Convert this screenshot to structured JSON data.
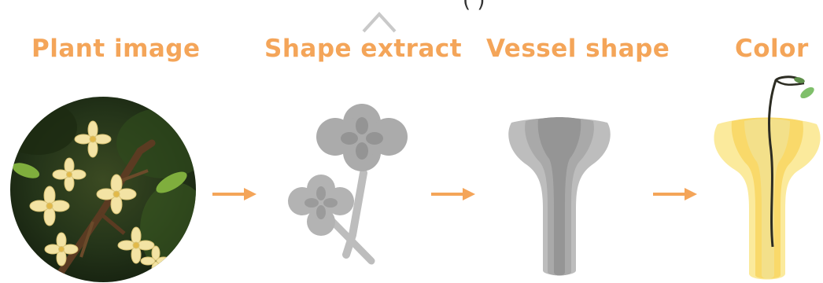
{
  "colors": {
    "label": "#F4A559",
    "arrow": "#F4A559",
    "gray_light": "#BDBDBD",
    "gray_mid": "#A7A7A7",
    "gray_dark": "#8E8E8E",
    "yellow_light": "#FBEA9C",
    "yellow_mid": "#F9D96A",
    "yellow_dark": "#F3E08A"
  },
  "stages": [
    {
      "label": "Plant image",
      "icon": "osmanthus-photo"
    },
    {
      "label": "Shape extract",
      "icon": "flower-silhouette-icon"
    },
    {
      "label": "Vessel shape",
      "icon": "vase-silhouette-icon"
    },
    {
      "label": "Color",
      "icon": "colored-vase-icon"
    }
  ],
  "top_fragment": "(     )"
}
